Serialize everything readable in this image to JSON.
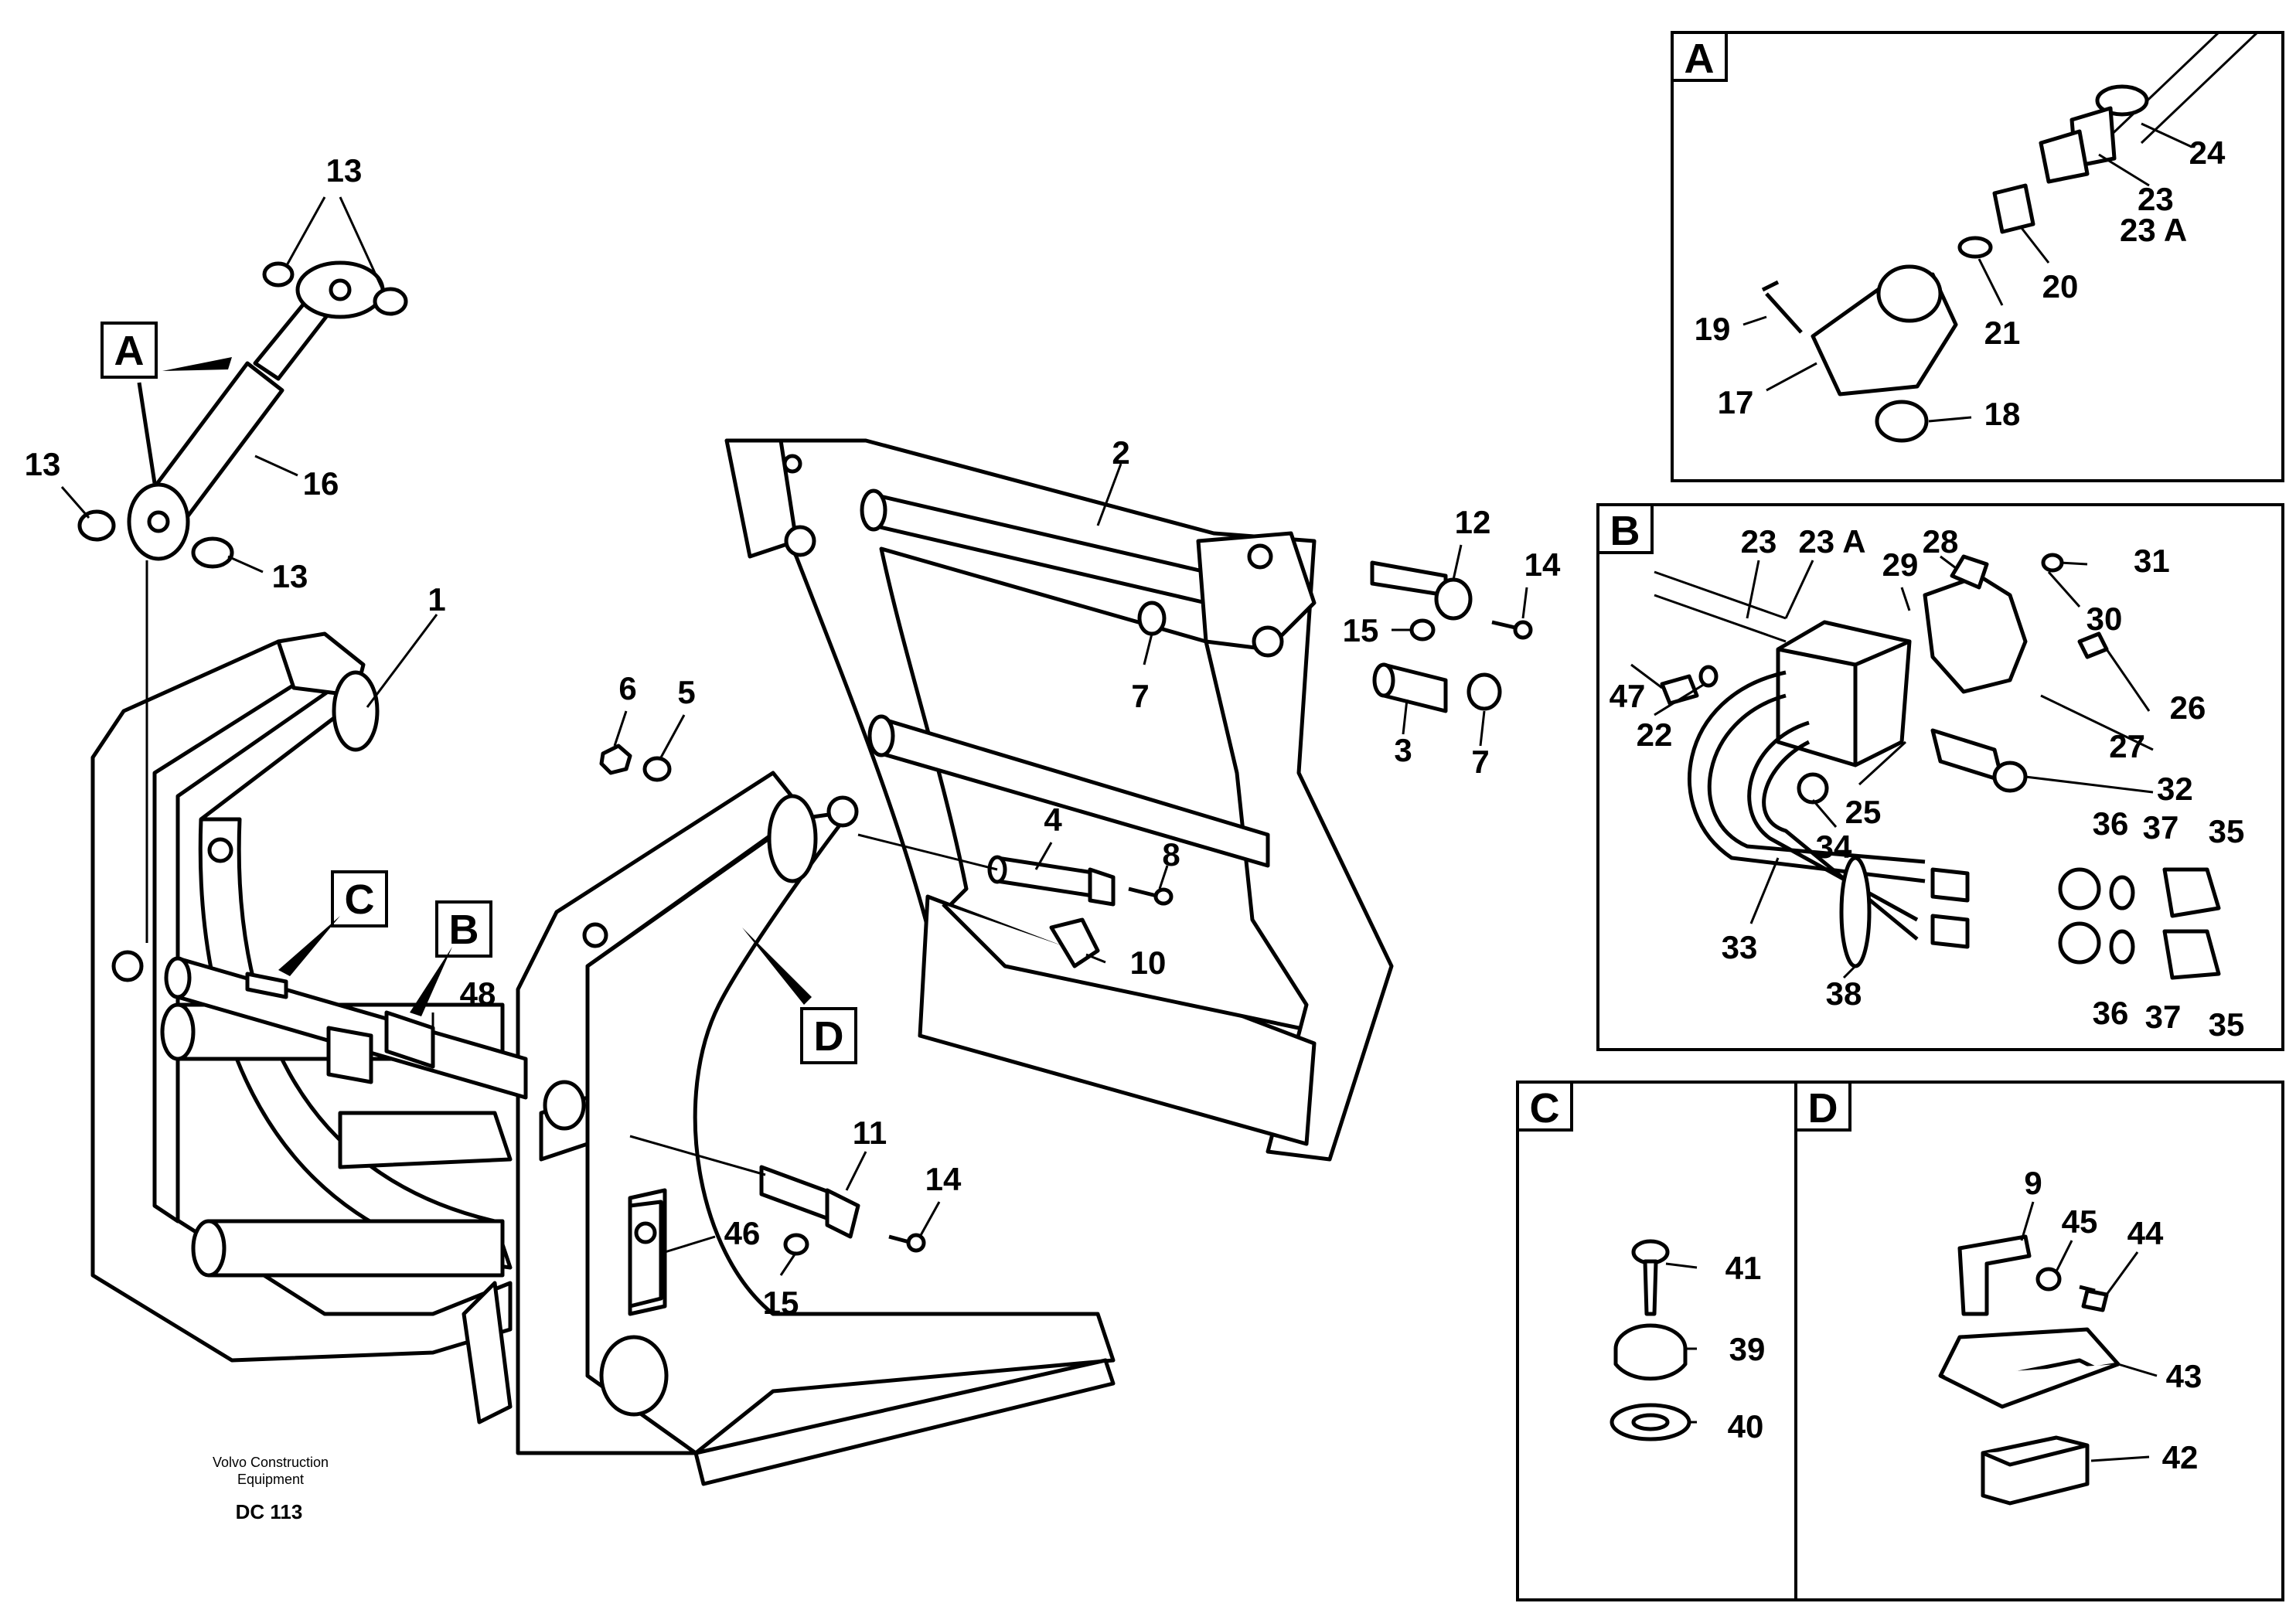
{
  "labels": {
    "main": {
      "n13a": "13",
      "n13b": "13",
      "n13c": "13",
      "n16": "16",
      "n1": "1",
      "n2": "2",
      "n12": "12",
      "n14a": "14",
      "n15a": "15",
      "n7a": "7",
      "n3": "3",
      "n7b": "7",
      "n6": "6",
      "n5": "5",
      "n4": "4",
      "n8": "8",
      "n10": "10",
      "n48": "48",
      "n11": "11",
      "n14b": "14",
      "n46": "46",
      "n15b": "15"
    },
    "boxA": {
      "n24": "24",
      "n23": "23",
      "n23a": "23 A",
      "n20": "20",
      "n19": "19",
      "n21": "21",
      "n17": "17",
      "n18": "18"
    },
    "boxB": {
      "n23": "23",
      "n23a": "23 A",
      "n28": "28",
      "n29": "29",
      "n31": "31",
      "n30": "30",
      "n47": "47",
      "n22": "22",
      "n26": "26",
      "n27": "27",
      "n32": "32",
      "n25": "25",
      "n34": "34",
      "n36a": "36",
      "n37a": "37",
      "n35a": "35",
      "n33": "33",
      "n38": "38",
      "n36b": "36",
      "n37b": "37",
      "n35b": "35"
    },
    "boxC": {
      "n41": "41",
      "n39": "39",
      "n40": "40"
    },
    "boxD": {
      "n9": "9",
      "n45": "45",
      "n44": "44",
      "n43": "43",
      "n42": "42"
    }
  },
  "detail_tags": {
    "main_A": "A",
    "main_B": "B",
    "main_C": "C",
    "main_D": "D",
    "box_A": "A",
    "box_B": "B",
    "box_C": "C",
    "box_D": "D"
  },
  "credit": {
    "line1": "Volvo Construction",
    "line2": "Equipment",
    "code": "DC 113"
  }
}
